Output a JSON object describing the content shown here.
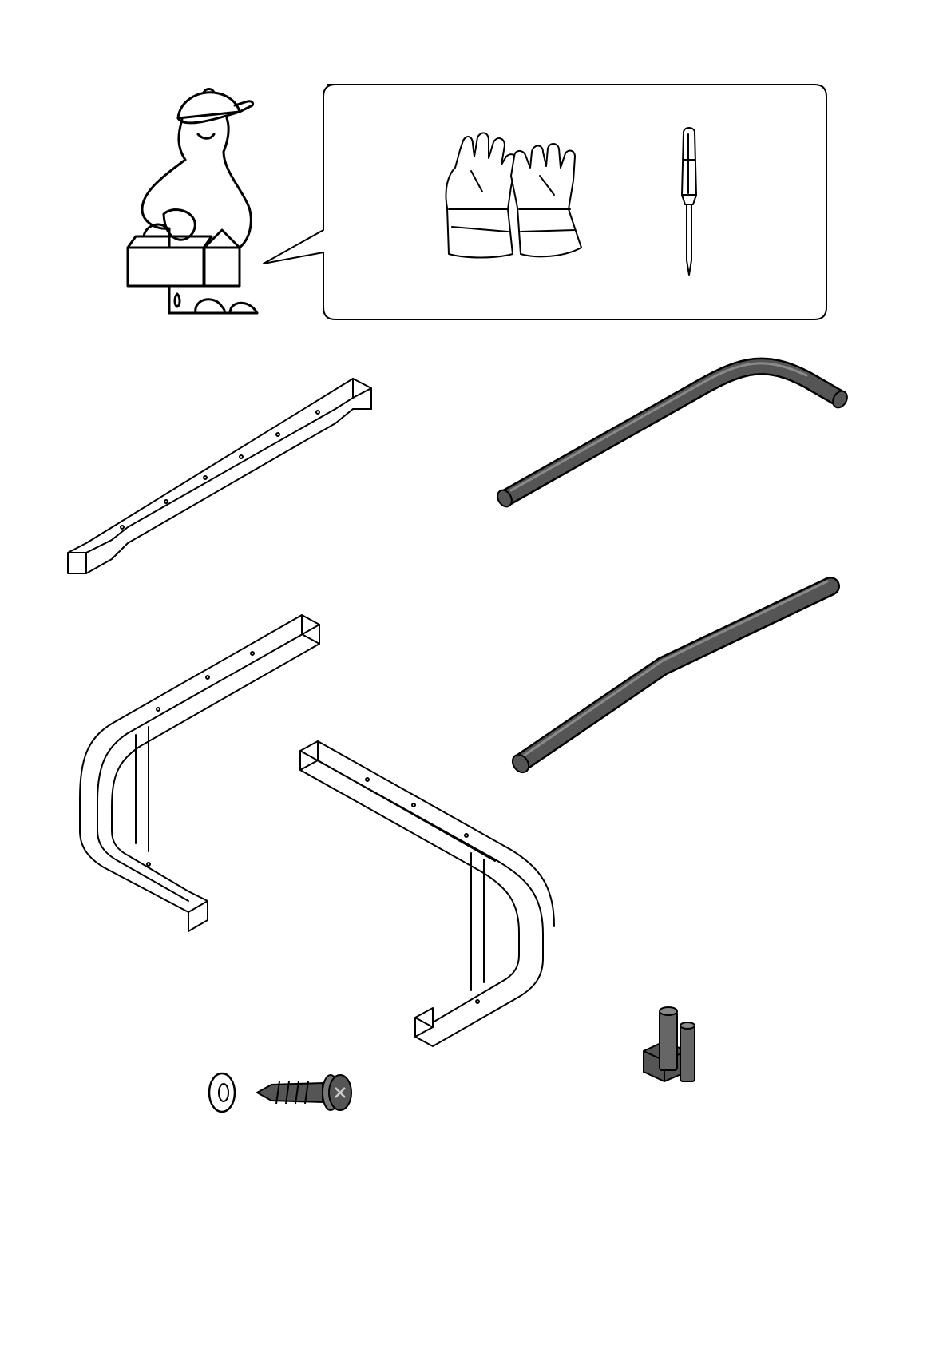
{
  "document": {
    "type": "assembly-instruction-page",
    "style": "line-art",
    "colors": {
      "ink": "#000000",
      "paper": "#ffffff",
      "metal_dark": "#555555",
      "metal_highlight": "#8a8a8a"
    }
  },
  "tools_panel": {
    "icons": [
      "assembler-figure",
      "protective-gloves",
      "screwdriver"
    ]
  },
  "parts": [
    {
      "name": "straight-square-bar"
    },
    {
      "name": "curved-round-tube"
    },
    {
      "name": "angled-round-tube"
    },
    {
      "name": "left-u-frame"
    },
    {
      "name": "right-u-frame"
    },
    {
      "name": "washer"
    },
    {
      "name": "screw"
    },
    {
      "name": "connector-bracket"
    }
  ]
}
